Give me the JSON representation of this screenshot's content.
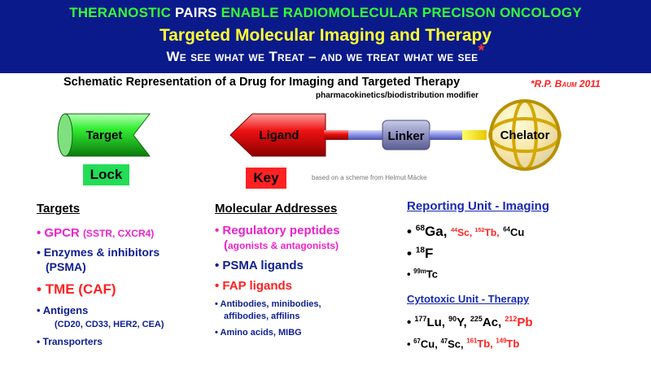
{
  "header": {
    "line1_green_a": "THERANOSTIC",
    "line1_white": "PAIRS",
    "line1_green_b": "ENABLE RADIOMOLECULAR PRECISON ONCOLOGY",
    "line2": "Targeted Molecular Imaging and Therapy",
    "line3": "We see what we Treat – and we treat what we see",
    "line3_asterisk": "*"
  },
  "schematic": {
    "title": "Schematic Representation of a Drug for Imaging and Targeted Therapy",
    "attribution": "*R.P. Baum 2011",
    "modifier_label": "pharmacokinetics/biodistribution modifier",
    "target_label": "Target",
    "ligand_label": "Ligand",
    "linker_label": "Linker",
    "chelator_label": "Chelator",
    "lock_label": "Lock",
    "key_label": "Key",
    "based_on": "based on a scheme from  Helmut Mäcke"
  },
  "targets": {
    "heading": "Targets",
    "gpcr": "GPCR",
    "gpcr_detail": "(SSTR, CXCR4)",
    "enzymes_1": "Enzymes & inhibitors",
    "enzymes_2": "(PSMA)",
    "tme": "TME (CAF)",
    "antigens_1": "Antigens",
    "antigens_2": "(CD20, CD33, HER2, CEA)",
    "transporters": "Transporters"
  },
  "addresses": {
    "heading": "Molecular Addresses",
    "reg_1": "Regulatory peptides",
    "reg_2a": "(",
    "reg_2b": "agonists & antagonists)",
    "psma": "PSMA ligands",
    "fap": "FAP ligands",
    "antibodies_1": "Antibodies, minibodies,",
    "antibodies_2": "affibodies, affilins",
    "amino": "Amino acids, MIBG"
  },
  "reporting": {
    "heading": "Reporting Unit - Imaging",
    "ga_mass": "68",
    "ga": "Ga,",
    "sc_mass": "44",
    "sc": "Sc,",
    "tb_mass": "152",
    "tb": "Tb,",
    "cu_mass": "64",
    "cu": "Cu",
    "f_mass": "18",
    "f": "F",
    "tc_mass": "99m",
    "tc": "Tc"
  },
  "cytotoxic": {
    "heading": "Cytotoxic Unit - Therapy",
    "lu_mass": "177",
    "lu": "Lu,",
    "y_mass": "90",
    "y": "Y,",
    "ac_mass": "225",
    "ac": "Ac,",
    "pb_mass": "212",
    "pb": "Pb",
    "cu_mass": "67",
    "cu": "Cu,",
    "sc_mass": "47",
    "sc": "Sc,",
    "tb161_mass": "161",
    "tb161": "Tb,",
    "tb149_mass": "149",
    "tb149": "Tb"
  },
  "colors": {
    "banner": "#0a1a8a",
    "green": "#33ff33",
    "yellow": "#ffff33",
    "red": "#ff2020",
    "magenta": "#ee22cc",
    "navy": "#102090"
  }
}
